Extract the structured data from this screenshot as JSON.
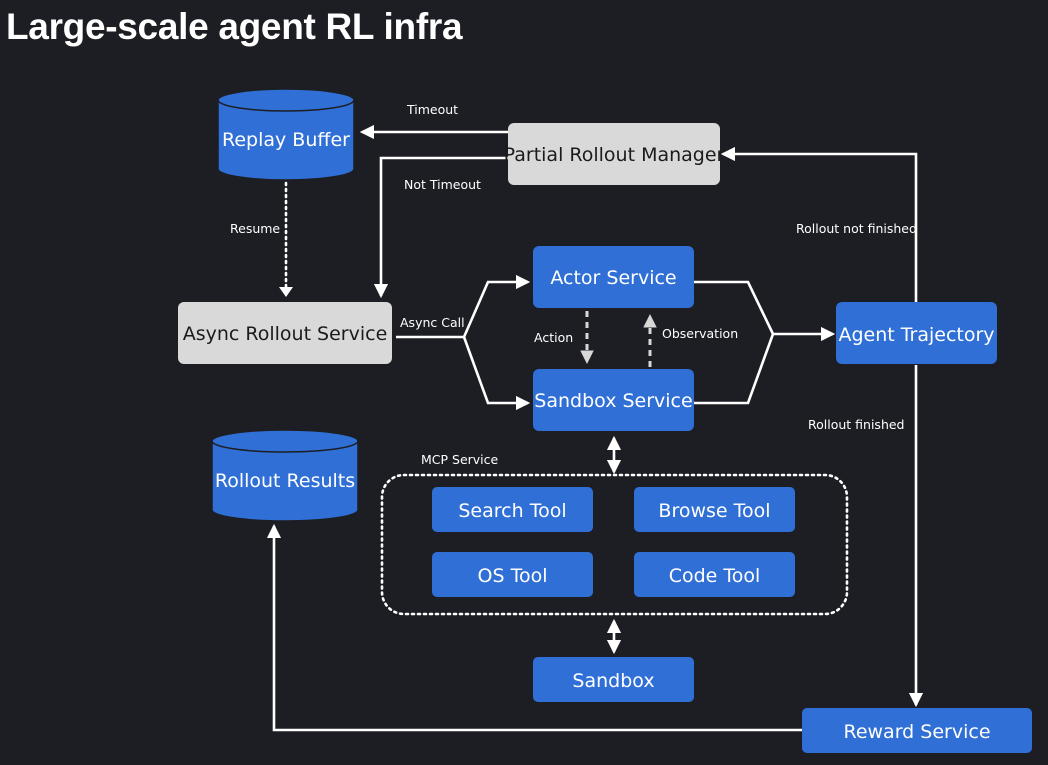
{
  "title": "Large-scale agent RL infra",
  "colors": {
    "background": "#1d1e24",
    "blue_node": "#2f6fd6",
    "gray_node": "#d9d9d9",
    "edge": "#ffffff"
  },
  "nodes": {
    "replay_buffer": "Replay Buffer",
    "partial_rollout_manager": "Partial Rollout Manager",
    "async_rollout_service": "Async Rollout Service",
    "actor_service": "Actor Service",
    "sandbox_service": "Sandbox Service",
    "agent_trajectory": "Agent Trajectory",
    "rollout_results": "Rollout Results",
    "search_tool": "Search Tool",
    "browse_tool": "Browse Tool",
    "os_tool": "OS Tool",
    "code_tool": "Code Tool",
    "sandbox": "Sandbox",
    "reward_service": "Reward Service"
  },
  "edge_labels": {
    "timeout": "Timeout",
    "not_timeout": "Not Timeout",
    "resume": "Resume",
    "async_call": "Async Call",
    "action": "Action",
    "observation": "Observation",
    "rollout_not_finished": "Rollout not finished",
    "rollout_finished": "Rollout finished",
    "mcp_service": "MCP Service"
  }
}
